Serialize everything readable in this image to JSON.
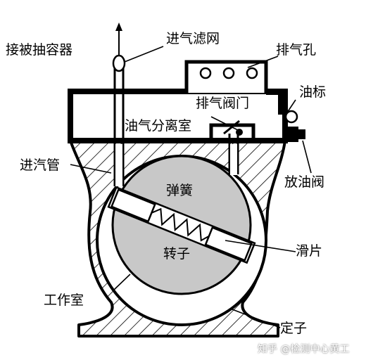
{
  "labels": {
    "vessel": "接被抽容器",
    "inlet_filter": "进气滤网",
    "exhaust_hole": "排气孔",
    "oil_gauge": "油标",
    "exhaust_valve": "排气阀门",
    "oil_separator": "油气分离室",
    "inlet_pipe": "进汽管",
    "drain_valve": "放油阀",
    "spring": "弹簧",
    "rotor": "转子",
    "vane": "滑片",
    "working_chamber": "工作室",
    "stator": "定子"
  },
  "watermark": "知乎 @检测中心黄工",
  "colors": {
    "line": "#000000",
    "rotor_fill": "#c8c8c8",
    "background": "#ffffff"
  }
}
